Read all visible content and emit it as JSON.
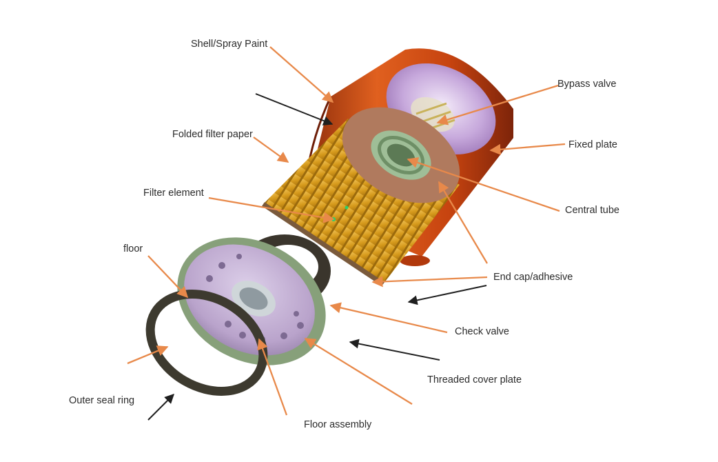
{
  "labels": {
    "shell": "Shell/Spray Paint",
    "bypass_valve": "Bypass valve",
    "folded_paper": "Folded filter paper",
    "fixed_plate": "Fixed plate",
    "filter_element": "Filter element",
    "central_tube": "Central tube",
    "floor": "floor",
    "end_cap": "End cap/adhesive",
    "check_valve": "Check valve",
    "threaded_plate": "Threaded cover plate",
    "outer_seal": "Outer seal ring",
    "floor_assembly": "Floor assembly"
  },
  "colors": {
    "leader": "#e8894a",
    "assembly_arrow": "#1f1f1f",
    "shell": "#d9541a",
    "paper": "#e0a92a",
    "plate": "#b3a2c6",
    "seal": "#4a4a3d"
  }
}
